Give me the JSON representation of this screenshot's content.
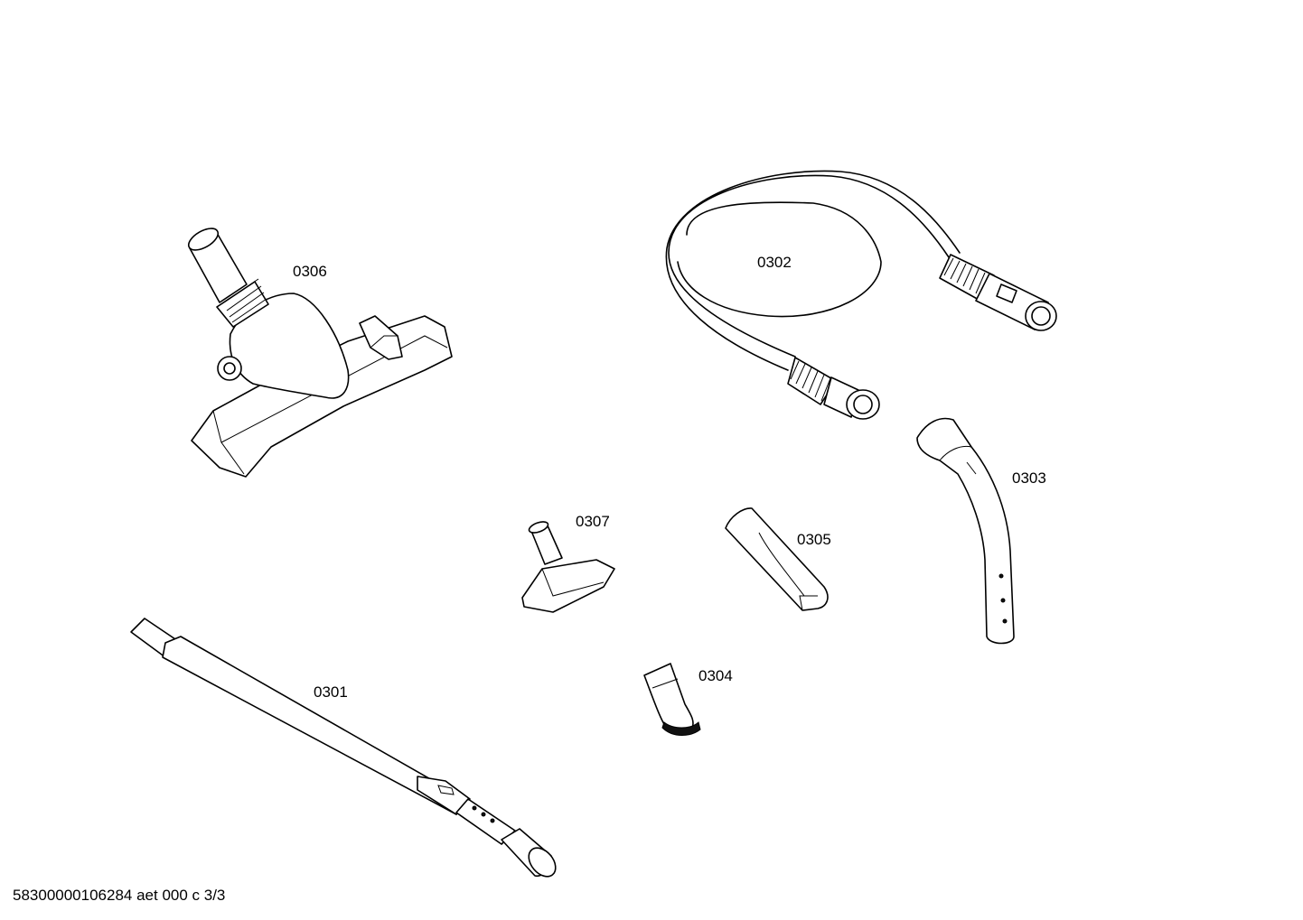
{
  "parts": [
    {
      "id": "0306",
      "label": "0306",
      "icon": "floor-nozzle-icon"
    },
    {
      "id": "0302",
      "label": "0302",
      "icon": "suction-hose-icon"
    },
    {
      "id": "0303",
      "label": "0303",
      "icon": "hose-handle-icon"
    },
    {
      "id": "0307",
      "label": "0307",
      "icon": "upholstery-nozzle-icon"
    },
    {
      "id": "0305",
      "label": "0305",
      "icon": "crevice-nozzle-icon"
    },
    {
      "id": "0304",
      "label": "0304",
      "icon": "small-nozzle-icon"
    },
    {
      "id": "0301",
      "label": "0301",
      "icon": "telescopic-tube-icon"
    }
  ],
  "footer": {
    "reference": "58300000106284 aet 000 c 3/3"
  }
}
